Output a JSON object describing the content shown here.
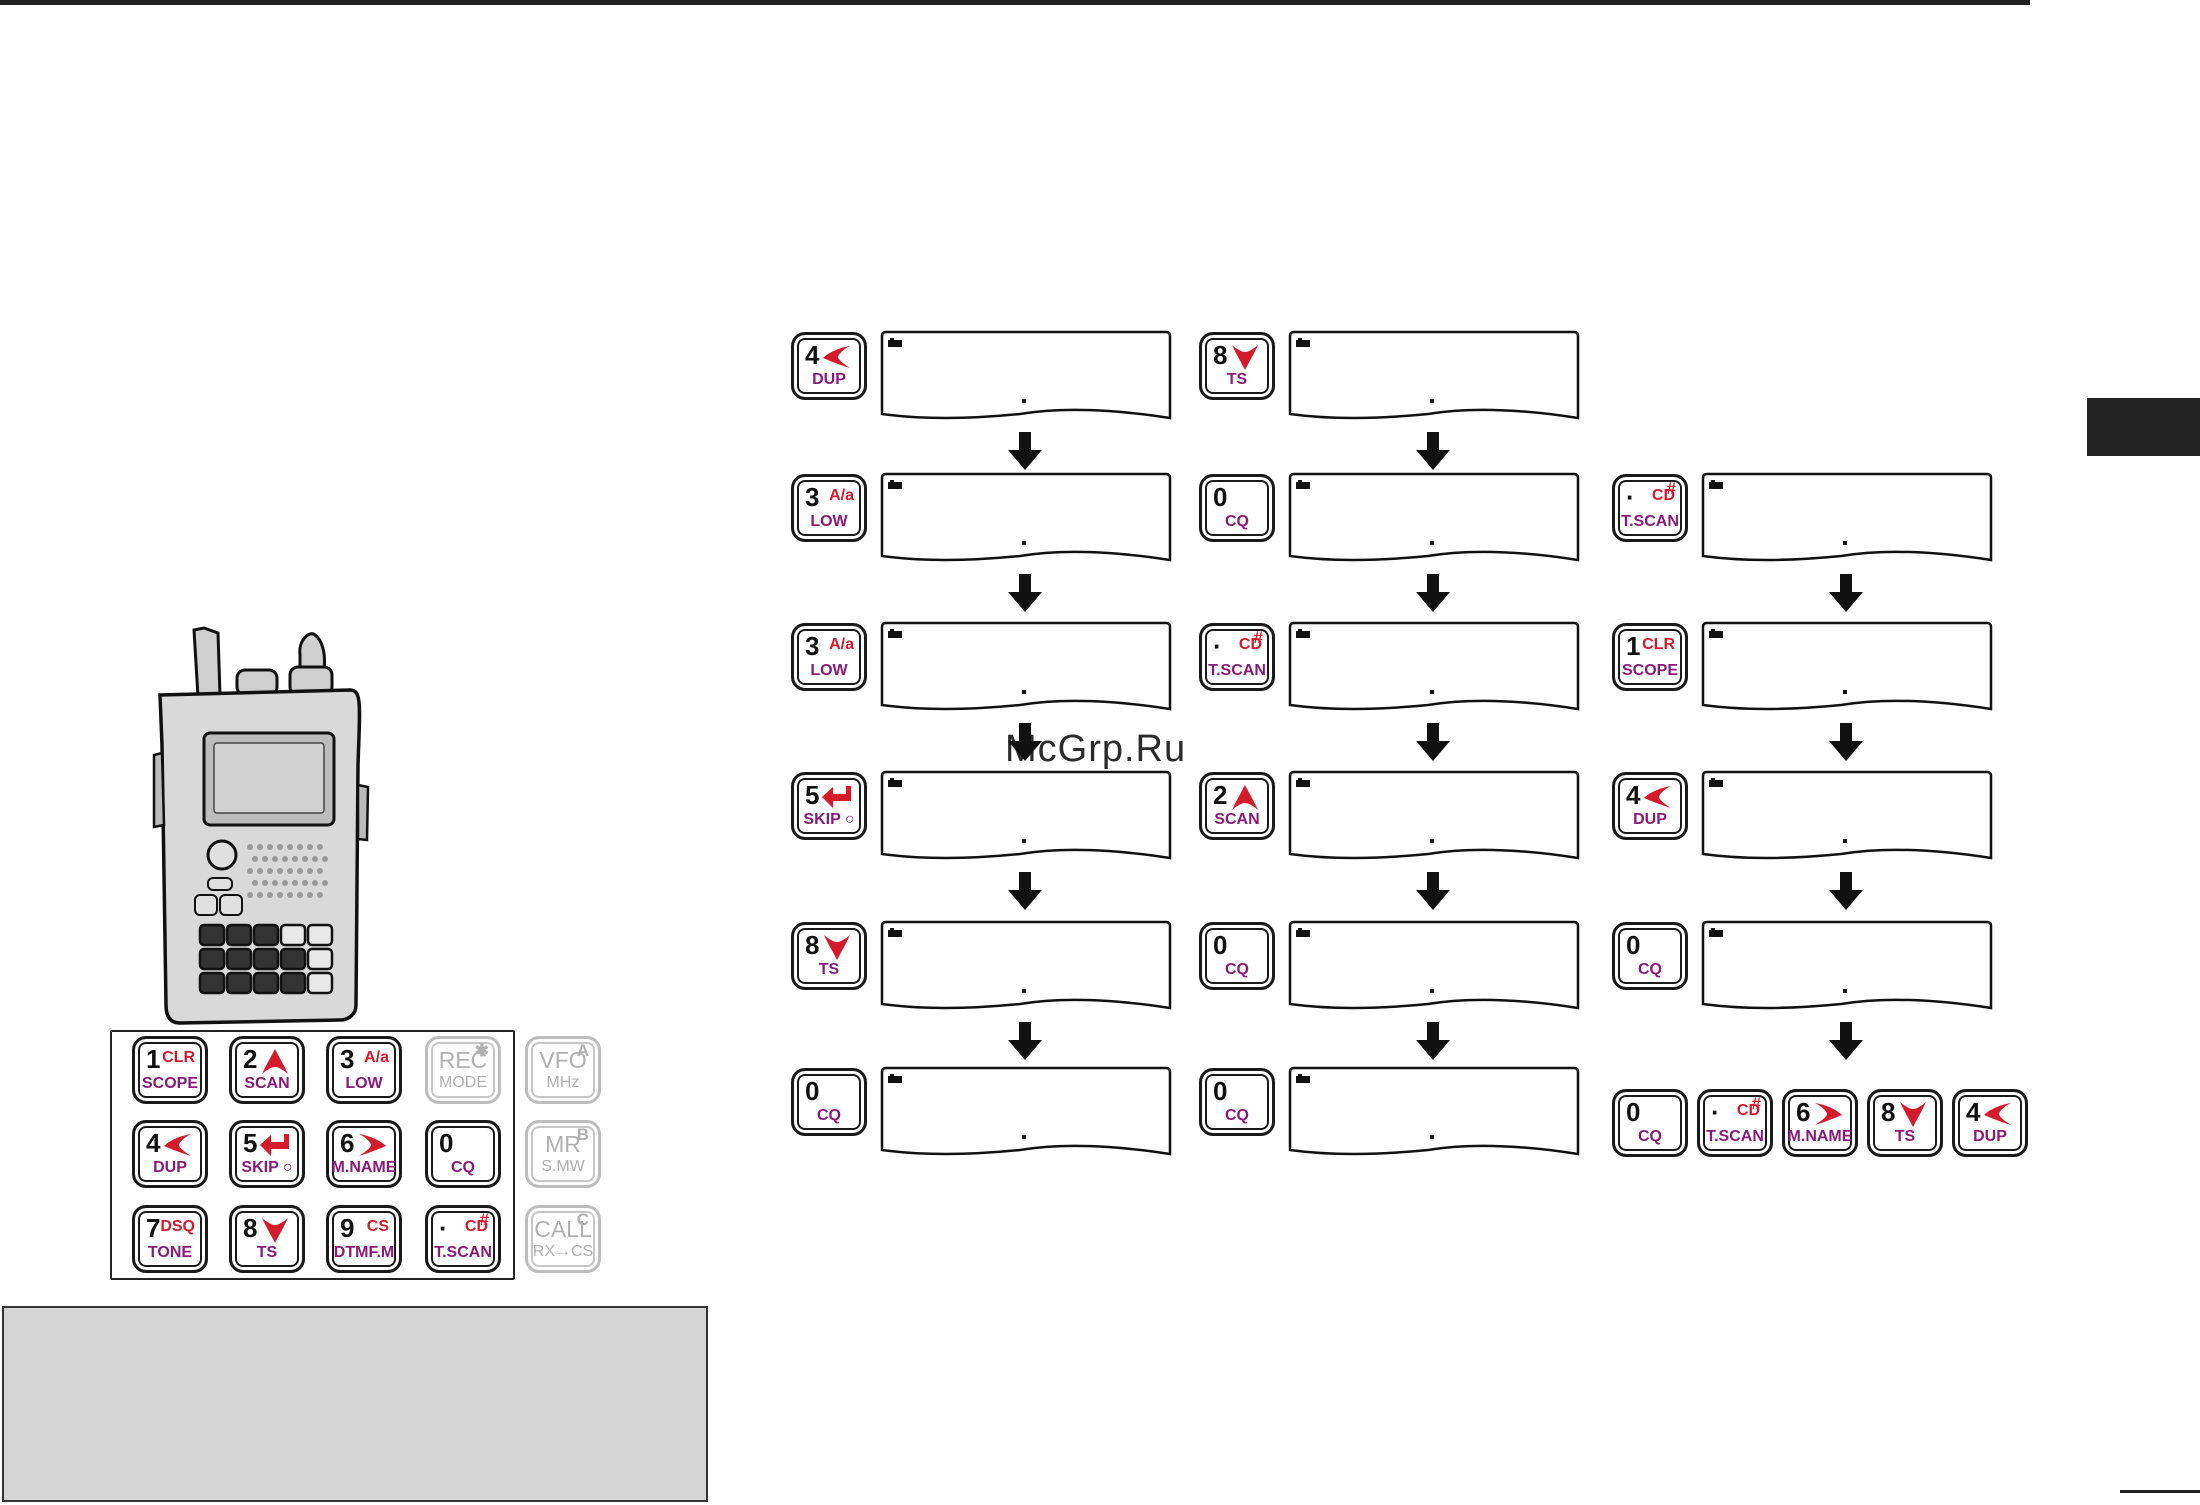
{
  "watermark": "McGrp.Ru",
  "colors": {
    "red": "#d41b2c",
    "purple": "#8a1a7a",
    "dim": "#b0b0b0"
  },
  "keypad": {
    "rows": [
      [
        {
          "num": "1",
          "top": "CLR",
          "sub": "SCOPE"
        },
        {
          "num": "2",
          "icon": "up-caret-icon",
          "sub": "SCAN"
        },
        {
          "num": "3",
          "top": "A/a",
          "sub": "LOW"
        },
        {
          "big": "REC",
          "sup": "✱",
          "small": "MODE",
          "dim": true
        },
        {
          "big": "VFO",
          "sup": "A",
          "small": "MHz",
          "dim": true
        }
      ],
      [
        {
          "num": "4",
          "icon": "left-caret-icon",
          "sub": "DUP"
        },
        {
          "num": "5",
          "icon": "enter-arrow-icon",
          "sub": "SKIP ○"
        },
        {
          "num": "6",
          "icon": "right-caret-icon",
          "sub": "M.NAME"
        },
        {
          "num": "0",
          "sub": "CQ"
        },
        {
          "big": "MR",
          "sup": "B",
          "small": "S.MW",
          "dim": true
        }
      ],
      [
        {
          "num": "7",
          "top": "DSQ",
          "sub": "TONE"
        },
        {
          "num": "8",
          "icon": "down-caret-icon",
          "sub": "TS"
        },
        {
          "num": "9",
          "top": "CS",
          "sub": "DTMF.M"
        },
        {
          "num": "·",
          "sup": "#",
          "top": "CD",
          "sub": "T.SCAN"
        },
        {
          "big": "CALL",
          "sup": "C",
          "small": "RX→CS",
          "dim": true
        }
      ]
    ]
  },
  "sequences": [
    [
      {
        "num": "4",
        "icon": "left-caret-icon",
        "sub": "DUP"
      },
      {
        "num": "3",
        "top": "A/a",
        "sub": "LOW"
      },
      {
        "num": "3",
        "top": "A/a",
        "sub": "LOW"
      },
      {
        "num": "5",
        "icon": "enter-arrow-icon",
        "sub": "SKIP ○"
      },
      {
        "num": "8",
        "icon": "down-caret-icon",
        "sub": "TS"
      },
      {
        "num": "0",
        "sub": "CQ"
      }
    ],
    [
      {
        "num": "8",
        "icon": "down-caret-icon",
        "sub": "TS"
      },
      {
        "num": "0",
        "sub": "CQ"
      },
      {
        "num": "·",
        "sup": "#",
        "top": "CD",
        "sub": "T.SCAN"
      },
      {
        "num": "2",
        "icon": "up-caret-icon",
        "sub": "SCAN"
      },
      {
        "num": "0",
        "sub": "CQ"
      },
      {
        "num": "0",
        "sub": "CQ"
      }
    ],
    [
      {
        "num": "·",
        "sup": "#",
        "top": "CD",
        "sub": "T.SCAN"
      },
      {
        "num": "1",
        "top": "CLR",
        "sub": "SCOPE"
      },
      {
        "num": "4",
        "icon": "left-caret-icon",
        "sub": "DUP"
      },
      {
        "num": "0",
        "sub": "CQ"
      }
    ]
  ],
  "final_row": [
    {
      "num": "0",
      "sub": "CQ"
    },
    {
      "num": "·",
      "sup": "#",
      "top": "CD",
      "sub": "T.SCAN"
    },
    {
      "num": "6",
      "icon": "right-caret-icon",
      "sub": "M.NAME"
    },
    {
      "num": "8",
      "icon": "down-caret-icon",
      "sub": "TS"
    },
    {
      "num": "4",
      "icon": "left-caret-icon",
      "sub": "DUP"
    }
  ]
}
